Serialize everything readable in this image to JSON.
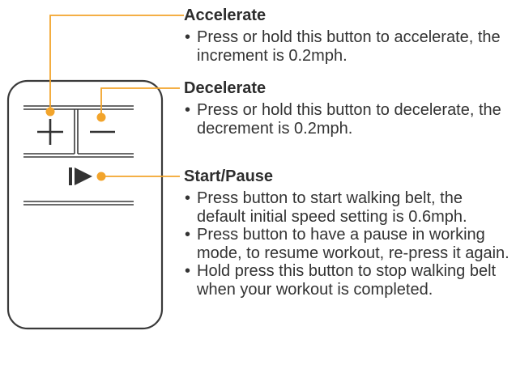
{
  "colors": {
    "accent": "#f2a42b",
    "outline": "#3a3a3a",
    "text": "#2d2d2d"
  },
  "remote": {
    "buttons": [
      {
        "id": "accelerate",
        "symbol": "+"
      },
      {
        "id": "decelerate",
        "symbol": "−"
      },
      {
        "id": "start-pause",
        "icon": "play-pause-icon"
      }
    ]
  },
  "sections": {
    "accelerate": {
      "heading": "Accelerate",
      "bullets": [
        "Press or hold this button to accelerate, the increment is 0.2mph."
      ]
    },
    "decelerate": {
      "heading": "Decelerate",
      "bullets": [
        "Press or hold this button to decelerate, the decrement is 0.2mph."
      ]
    },
    "start_pause": {
      "heading": "Start/Pause",
      "bullets": [
        "Press button to start walking belt, the default initial speed setting is 0.6mph.",
        "Press button to have a pause in working mode, to resume workout, re-press it again.",
        "Hold press this button to stop walking belt when your workout is completed."
      ]
    }
  }
}
